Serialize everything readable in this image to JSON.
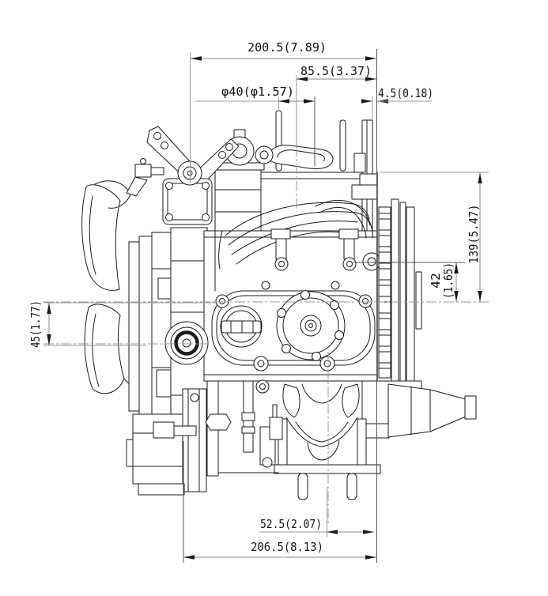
{
  "title": "engine-outline-dimension-drawing",
  "dims": {
    "top": "200.5(7.89)",
    "top_sub": "85.5(3.37)",
    "diameter": "φ40(φ1.57)",
    "offset": "4.5(0.18)",
    "right": "139(5.47)",
    "right_sub_mm": "42",
    "right_sub_in": "(1.65)",
    "left": "45(1.77)",
    "bottom_sub": "52.5(2.07)",
    "bottom": "206.5(8.13)"
  },
  "colors": {
    "line": "#1a1a1a",
    "dim_line": "#9a9a9a",
    "dim_dark": "#555555",
    "text": "#111111",
    "background": "#ffffff"
  }
}
